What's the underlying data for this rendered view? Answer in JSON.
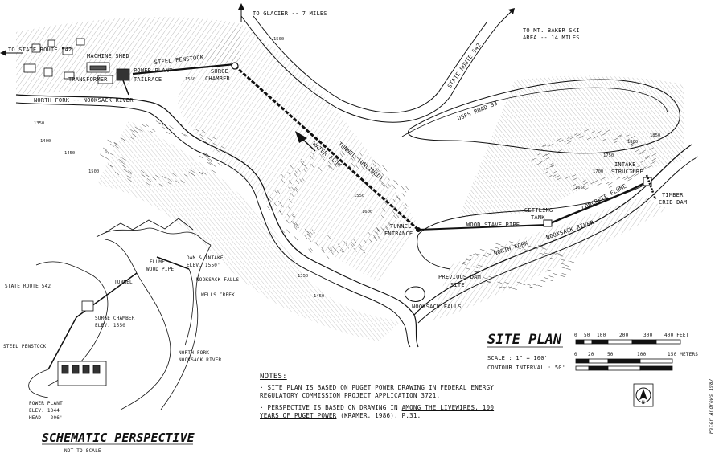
{
  "labels": {
    "to_glacier": "TO GLACIER -- 7 MILES",
    "to_state_route": "TO STATE ROUTE 542",
    "to_baker_1": "TO MT. BAKER SKI",
    "to_baker_2": "AREA -- 14 MILES",
    "machine_shed": "MACHINE SHED",
    "steel_penstock": "STEEL PENSTOCK",
    "power_plant": "POWER PLANT",
    "transformer": "TRANSFORMER",
    "tailrace": "TAILRACE",
    "surge_chamber_1": "SURGE",
    "surge_chamber_2": "CHAMBER",
    "state_route_542": "STATE ROUTE 542",
    "usfs_road": "USFS ROAD 33",
    "north_fork_upper": "NORTH FORK -- NOOKSACK RIVER",
    "tunnel_unlined": "TUNNEL (UNLINED)",
    "water_flow": "WATER FLOW",
    "tunnel_entrance_1": "TUNNEL",
    "tunnel_entrance_2": "ENTRANCE",
    "wood_stave_pipe": "WOOD STAVE PIPE",
    "settling_tank_1": "SETTLING",
    "settling_tank_2": "TANK",
    "concrete_flume": "CONCRETE FLUME",
    "intake_structure_1": "INTAKE",
    "intake_structure_2": "STRUCTURE",
    "timber_crib_dam_1": "TIMBER",
    "timber_crib_dam_2": "CRIB DAM",
    "north_fork_lower": "NORTH FORK",
    "nooksack_river_lower": "NOOKSACK RIVER",
    "previous_dam_1": "PREVIOUS DAM",
    "previous_dam_2": "SITE",
    "nooksack_falls": "NOOKSACK FALLS"
  },
  "contours": [
    "1350",
    "1400",
    "1450",
    "1500",
    "1550",
    "1600",
    "1650",
    "1700",
    "1750",
    "1800",
    "1850"
  ],
  "site_plan": {
    "title": "SITE PLAN",
    "scale": "SCALE : 1\" = 100'",
    "contour_interval": "CONTOUR INTERVAL : 50'",
    "feet_ticks": [
      "0",
      "50",
      "100",
      "200",
      "300",
      "400 FEET"
    ],
    "meter_ticks": [
      "0",
      "20",
      "50",
      "100",
      "150 METERS"
    ]
  },
  "perspective": {
    "title": "SCHEMATIC PERSPECTIVE",
    "subtitle": "NOT TO SCALE",
    "flume": "FLUME",
    "wood_pipe": "WOOD PIPE",
    "dam_intake_1": "DAM & INTAKE",
    "dam_intake_2": "ELEV. 1550'",
    "nooksack_falls": "NOOKSACK FALLS",
    "state_route": "STATE ROUTE 542",
    "tunnel": "TUNNEL",
    "wells_creek": "WELLS CREEK",
    "surge_1": "SURGE CHAMBER",
    "surge_2": "ELEV. 1550",
    "steel_penstock": "STEEL PENSTOCK",
    "north_fork_1": "NORTH FORK",
    "north_fork_2": "NOOKSACK RIVER",
    "power_1": "POWER PLANT",
    "power_2": "ELEV. 1344",
    "power_3": "HEAD - 206'"
  },
  "notes": {
    "heading": "NOTES:",
    "note1": "· SITE PLAN IS BASED ON PUGET POWER DRAWING IN FEDERAL ENERGY REGULATORY COMMISSION PROJECT APPLICATION 3721.",
    "note2_a": "· PERSPECTIVE IS BASED ON DRAWING IN ",
    "note2_title": "AMONG THE LIVEWIRES, 100 YEARS OF PUGET POWER",
    "note2_b": " (KRAMER, 1986), P.31."
  },
  "north_arrow": "N",
  "signature": "Peter Andrews 1987"
}
